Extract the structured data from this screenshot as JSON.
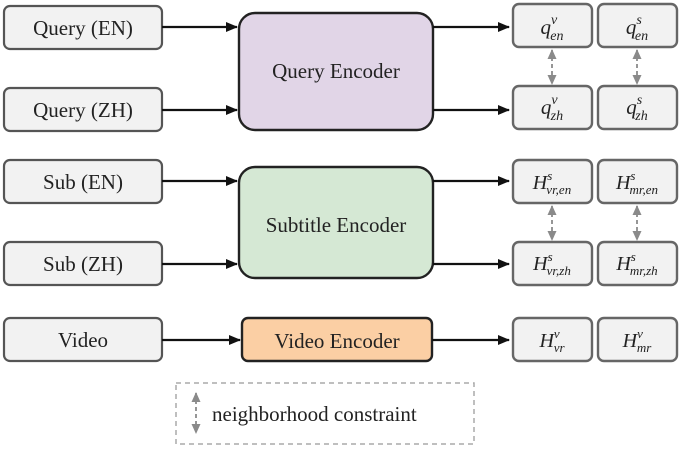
{
  "inputs": {
    "query_en": "Query (EN)",
    "query_zh": "Query (ZH)",
    "sub_en": "Sub (EN)",
    "sub_zh": "Sub (ZH)",
    "video": "Video"
  },
  "encoders": {
    "query": "Query Encoder",
    "subtitle": "Subtitle Encoder",
    "video": "Video Encoder"
  },
  "outputs": {
    "q_en_v": {
      "base": "q",
      "sup": "v",
      "sub": "en"
    },
    "q_en_s": {
      "base": "q",
      "sup": "s",
      "sub": "en"
    },
    "q_zh_v": {
      "base": "q",
      "sup": "v",
      "sub": "zh"
    },
    "q_zh_s": {
      "base": "q",
      "sup": "s",
      "sub": "zh"
    },
    "h_vr_en": {
      "base": "H",
      "sup": "s",
      "sub": "vr,en"
    },
    "h_mr_en": {
      "base": "H",
      "sup": "s",
      "sub": "mr,en"
    },
    "h_vr_zh": {
      "base": "H",
      "sup": "s",
      "sub": "vr,zh"
    },
    "h_mr_zh": {
      "base": "H",
      "sup": "s",
      "sub": "mr,zh"
    },
    "h_vr_v": {
      "base": "H",
      "sup": "v",
      "sub": "vr"
    },
    "h_mr_v": {
      "base": "H",
      "sup": "v",
      "sub": "mr"
    }
  },
  "legend": {
    "label": "neighborhood constraint"
  },
  "colors": {
    "input_fill": "#f2f2f2",
    "query_encoder_fill": "#e1d5e7",
    "subtitle_encoder_fill": "#d5e8d4",
    "video_encoder_fill": "#fbcfa4",
    "output_border": "#666666",
    "dashed_arrow": "#8a8a8a"
  }
}
